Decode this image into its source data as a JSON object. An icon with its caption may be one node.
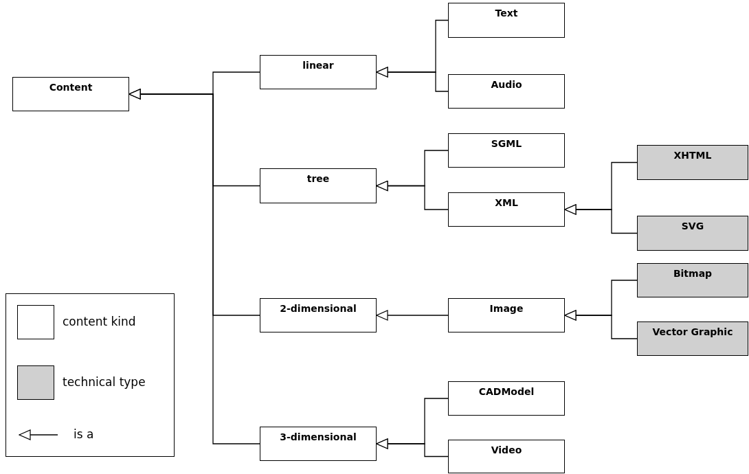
{
  "diagram": {
    "nodes": [
      {
        "text": [
          "Content"
        ]
      },
      {
        "text": [
          "linear"
        ]
      },
      {
        "text": [
          "Text"
        ]
      },
      {
        "text": [
          "Audio"
        ]
      },
      {
        "text": [
          "tree"
        ]
      },
      {
        "text": [
          "SGML"
        ]
      },
      {
        "text": [
          "XML"
        ]
      },
      {
        "text": [
          "XHTML"
        ]
      },
      {
        "text": [
          "SVG"
        ]
      },
      {
        "text": [
          "2-dimensional"
        ]
      },
      {
        "text": [
          "Image"
        ]
      },
      {
        "text": [
          "Bitmap"
        ]
      },
      {
        "text": [
          "Vector Graphic"
        ]
      },
      {
        "text": [
          "3-dimensional"
        ]
      },
      {
        "text": [
          "CADModel"
        ]
      },
      {
        "text": [
          "Video"
        ]
      }
    ],
    "edges": [
      {
        "from": 1,
        "to": 0,
        "arrow": "to"
      },
      {
        "from": 4,
        "to": 0,
        "arrow": "to"
      },
      {
        "from": 9,
        "to": 0,
        "arrow": "to"
      },
      {
        "from": 13,
        "to": 0,
        "arrow": "to"
      },
      {
        "from": 2,
        "to": 1,
        "arrow": "to"
      },
      {
        "from": 3,
        "to": 1,
        "arrow": "to"
      },
      {
        "from": 5,
        "to": 4,
        "arrow": "to"
      },
      {
        "from": 6,
        "to": 4,
        "arrow": "to"
      },
      {
        "from": 7,
        "to": 6,
        "arrow": "to"
      },
      {
        "from": 8,
        "to": 6,
        "arrow": "to"
      },
      {
        "from": 10,
        "to": 9,
        "arrow": "to"
      },
      {
        "from": 11,
        "to": 10,
        "arrow": "to"
      },
      {
        "from": 12,
        "to": 10,
        "arrow": "to"
      },
      {
        "from": 14,
        "to": 13,
        "arrow": "to"
      },
      {
        "from": 15,
        "to": 13,
        "arrow": "to"
      }
    ],
    "legend": [
      {
        "text": "content kind",
        "color": "#ffffff"
      },
      {
        "text": "technical type",
        "color": "#d0d0d0"
      },
      {
        "text": "is a"
      }
    ]
  }
}
